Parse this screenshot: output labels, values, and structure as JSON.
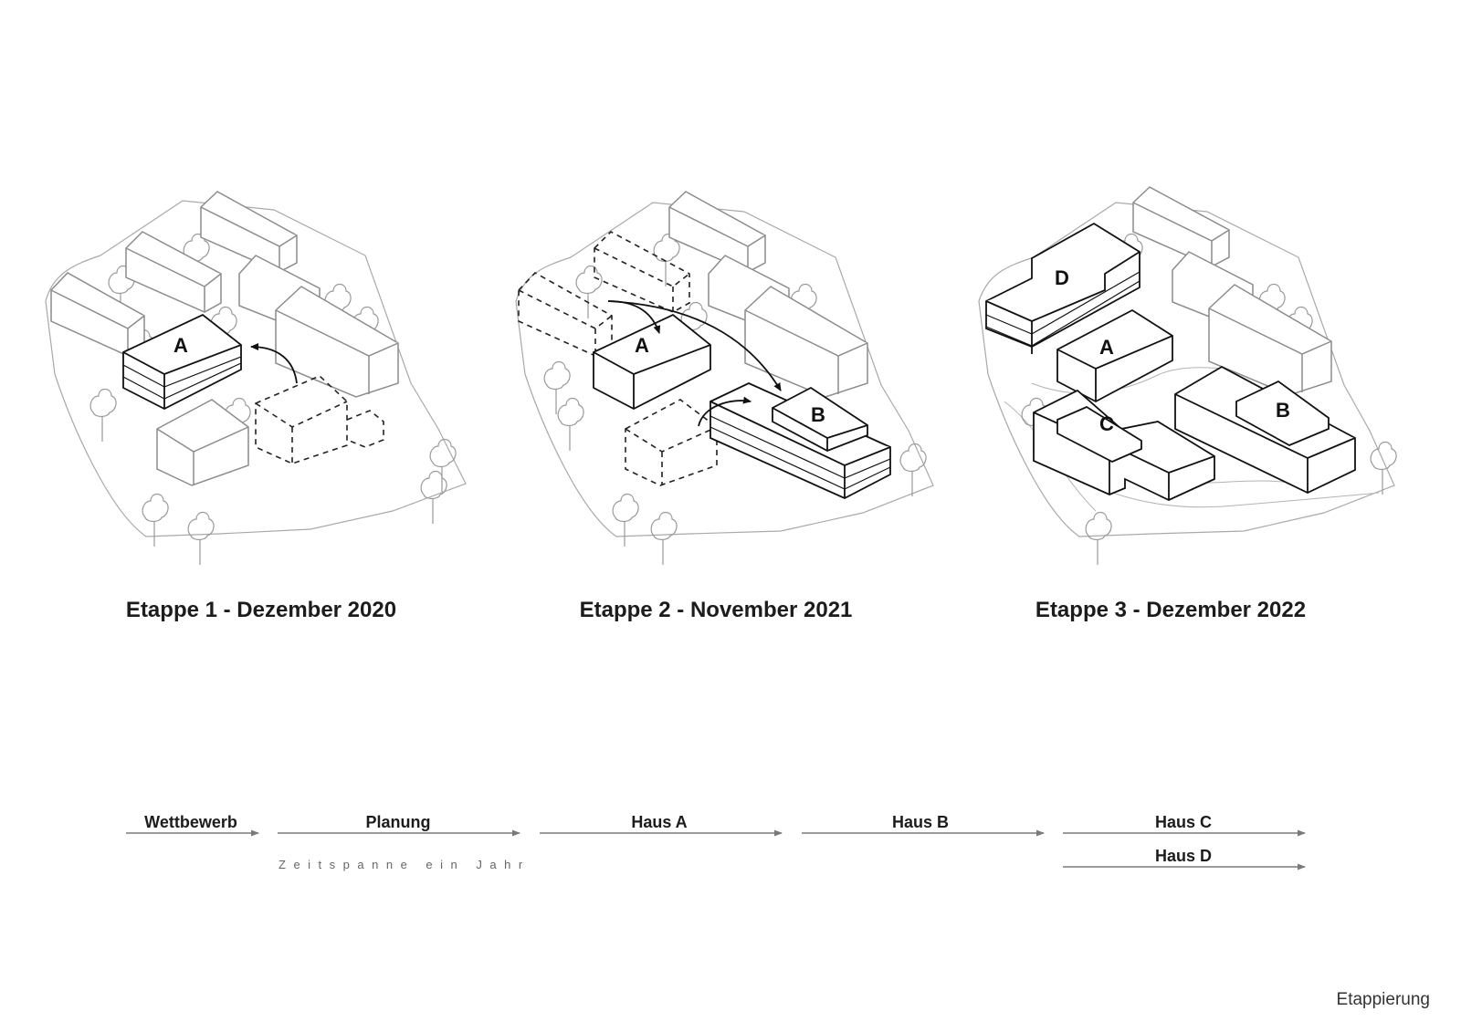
{
  "stages": [
    {
      "title": "Etappe 1 - Dezember 2020",
      "houses": [
        "A"
      ]
    },
    {
      "title": "Etappe 2 - November 2021",
      "houses": [
        "A",
        "B"
      ]
    },
    {
      "title": "Etappe 3 - Dezember 2022",
      "houses": [
        "D",
        "A",
        "C",
        "B"
      ]
    }
  ],
  "timeline": {
    "steps": [
      "Wettbewerb",
      "Planung",
      "Haus A",
      "Haus B",
      "Haus C",
      "Haus D"
    ],
    "planung_note": "Zeitspanne ein Jahr"
  },
  "caption": "Etappierung",
  "colors": {
    "context": "#8c8c8c",
    "new": "#111111",
    "ghost": "#222222",
    "site": "#a9a9a9",
    "timeline": "#7a7a7a"
  }
}
